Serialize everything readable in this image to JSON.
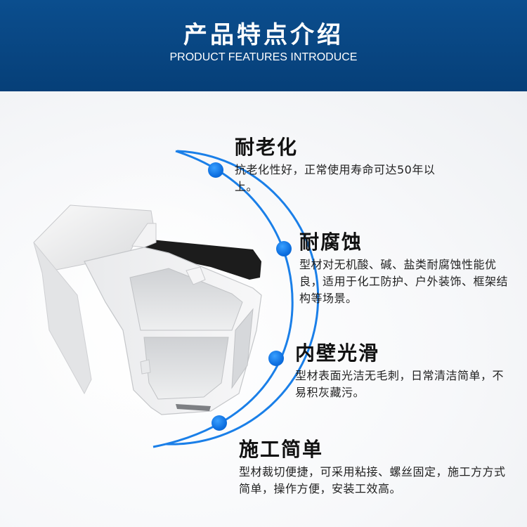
{
  "header": {
    "title": "产品特点介绍",
    "subtitle": "PRODUCT FEATURES INTRODUCE"
  },
  "features": [
    {
      "title": "耐老化",
      "desc": "抗老化性好，正常使用寿命可达50年以上。"
    },
    {
      "title": "耐腐蚀",
      "desc": "型材对无机酸、碱、盐类耐腐蚀性能优良，适用于化工防护、户外装饰、框架结构等场景。"
    },
    {
      "title": "内壁光滑",
      "desc": "型材表面光洁无毛刺，日常清洁简单，不易积灰藏污。"
    },
    {
      "title": "施工简单",
      "desc": "型材裁切便捷，可采用粘接、螺丝固定，施工方方式简单，操作方便，安装工效高。"
    }
  ],
  "colors": {
    "header_bg": "#0b4e8e",
    "accent_blue": "#1a7fe8",
    "profile_white": "#f2f2f2",
    "gasket_black": "#1c1c1c"
  },
  "icons": [
    "feature-dot-icon"
  ]
}
